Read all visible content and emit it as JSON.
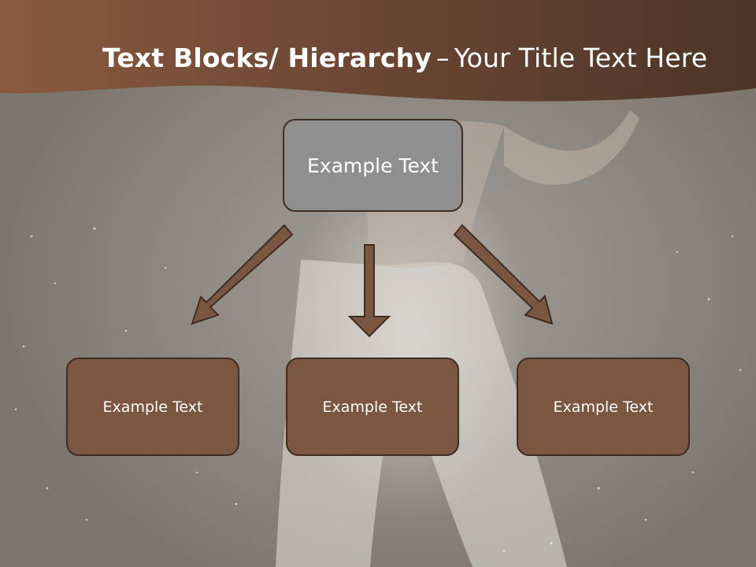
{
  "slide": {
    "title_bold": "Text Blocks/ Hierarchy",
    "title_separator": "–",
    "title_rest": "Your Title Text Here",
    "colors": {
      "header": "#6e4a35",
      "box_top": "#8f8f8f",
      "box_child": "#7b5640",
      "arrow": "#7b5640",
      "border": "#3f2d22"
    }
  },
  "diagram": {
    "top_box": {
      "label": "Example Text"
    },
    "children": [
      {
        "label": "Example Text"
      },
      {
        "label": "Example Text"
      },
      {
        "label": "Example Text"
      }
    ]
  }
}
